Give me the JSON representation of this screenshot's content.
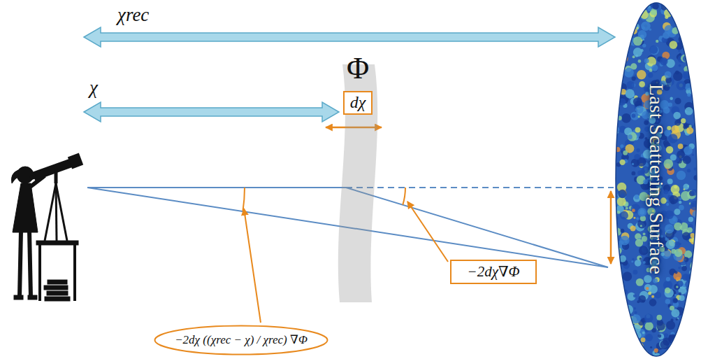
{
  "diagram": {
    "nodes": [
      {
        "text": [
          "Φ"
        ]
      },
      {
        "text": [
          "dχ"
        ],
        "in": 0
      },
      {
        "text": [
          "−2dχ∇Φ"
        ]
      },
      {
        "text": [
          "−2dχ ((χrec − χ) / χrec) ∇Φ"
        ]
      },
      {
        "text": [
          "Last Scattering Surface"
        ]
      }
    ],
    "labels": [
      "χrec",
      "χ"
    ]
  }
}
